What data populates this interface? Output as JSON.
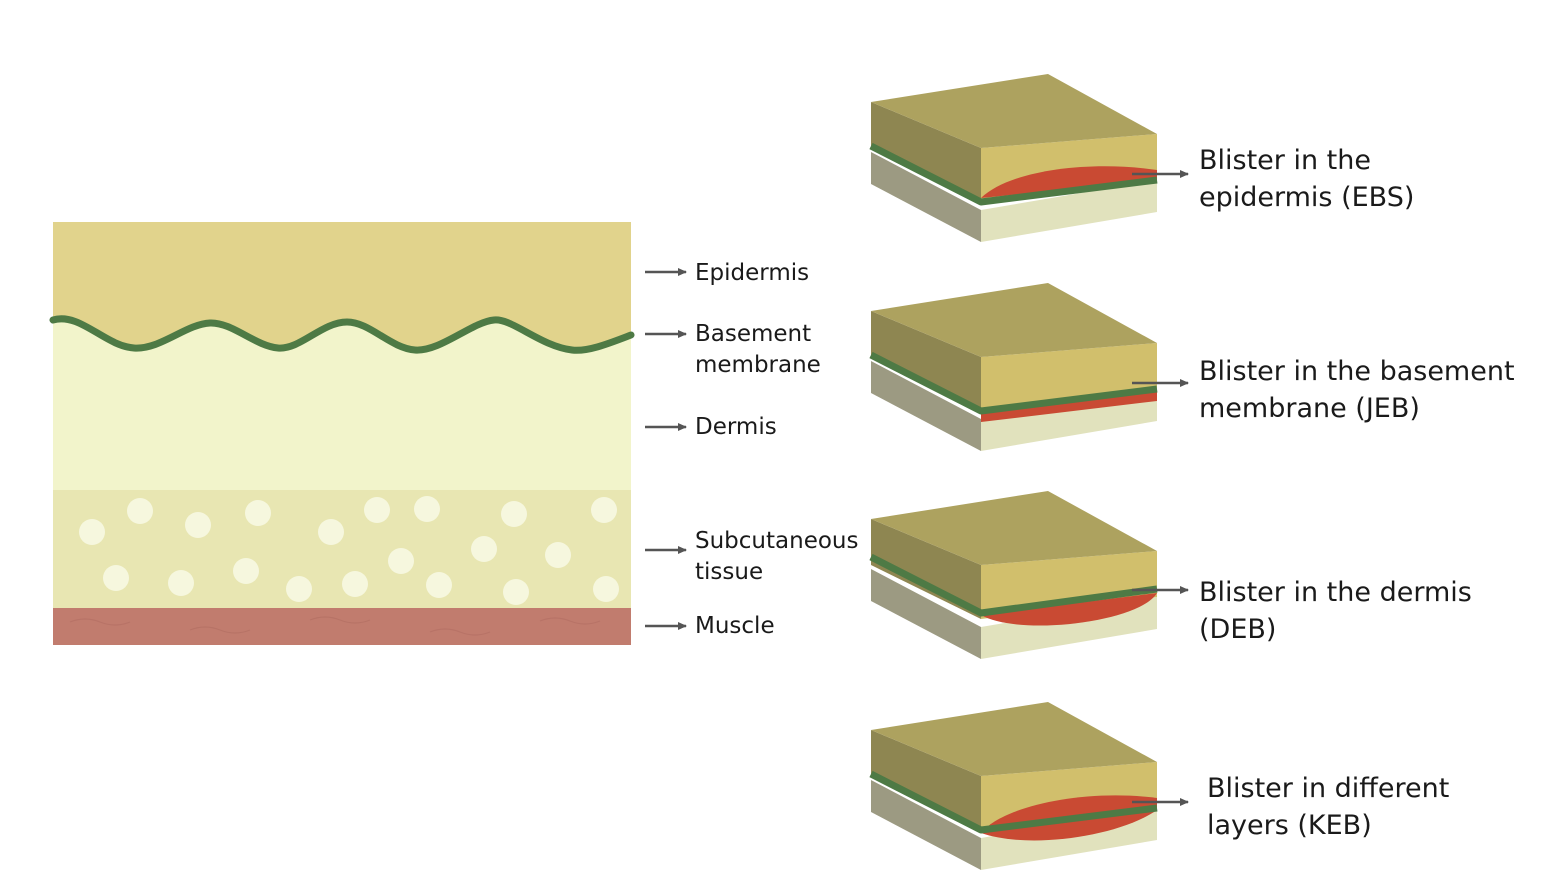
{
  "colors": {
    "epidermis": "#e1d38c",
    "basement_membrane": "#4e7a45",
    "dermis": "#f2f4cb",
    "subcutaneous": "#e8e6b2",
    "fat_cell": "#f6f7de",
    "muscle": "#c17c6e",
    "block_top": "#ada25f",
    "block_epidermis_front": "#d1bf6c",
    "block_epidermis_side": "#8e8651",
    "block_dermis_front": "#e1e2bd",
    "block_dermis_side": "#9c9a82",
    "blister": "#c94a33",
    "arrow": "#555555"
  },
  "layer_labels": {
    "epidermis": "Epidermis",
    "basement_line1": "Basement",
    "basement_line2": "membrane",
    "dermis": "Dermis",
    "subcutaneous_line1": "Subcutaneous",
    "subcutaneous_line2": "tissue",
    "muscle": "Muscle"
  },
  "blister_types": [
    {
      "line1": "Blister in the",
      "line2": "epidermis (EBS)",
      "icon": "blister-epidermis-block"
    },
    {
      "line1": "Blister in the basement",
      "line2": "membrane (JEB)",
      "icon": "blister-basement-block"
    },
    {
      "line1": "Blister in the dermis",
      "line2": "(DEB)",
      "icon": "blister-dermis-block"
    },
    {
      "line1": "Blister in different",
      "line2": "layers (KEB)",
      "icon": "blister-mixed-block"
    }
  ]
}
